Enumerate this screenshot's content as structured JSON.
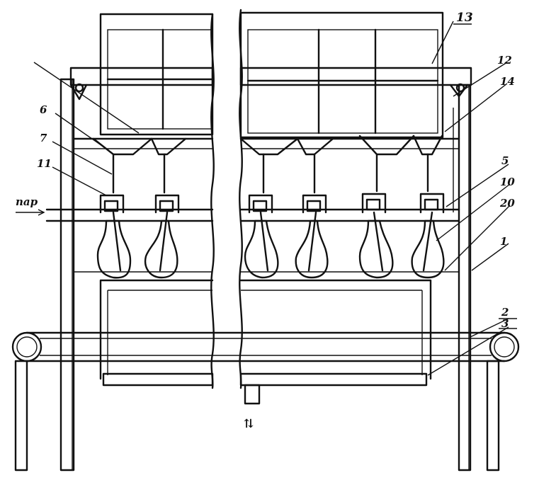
{
  "labels": {
    "l1": "1",
    "l2": "2",
    "l3": "3",
    "l5": "5",
    "l6": "6",
    "l7": "7",
    "l10": "10",
    "l11": "11",
    "l12": "12",
    "l13": "13",
    "l14": "14",
    "l20": "20",
    "steam": "пар"
  },
  "arrow_glyph": "⇅"
}
